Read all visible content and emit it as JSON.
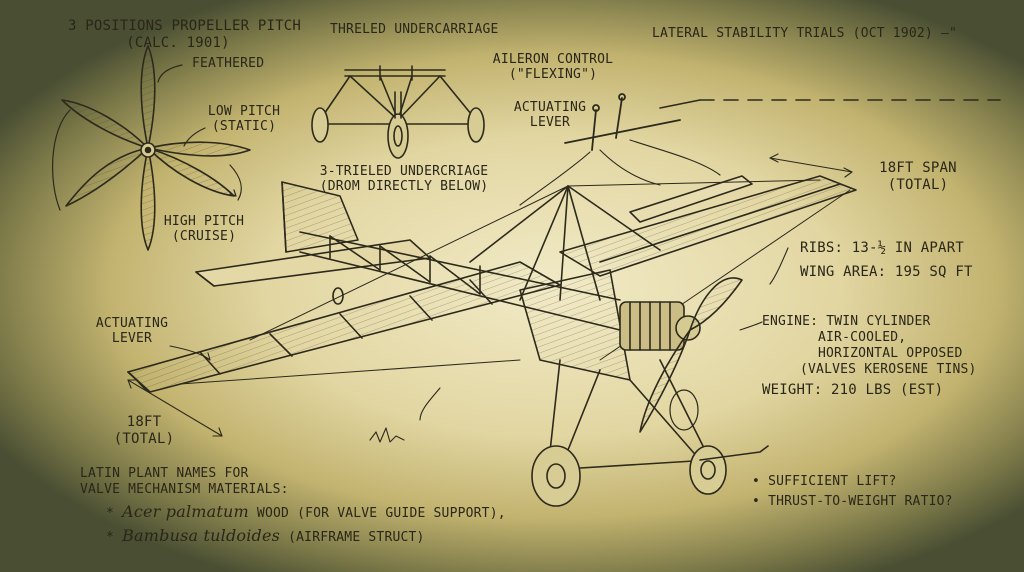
{
  "propeller": {
    "title_line1": "3 POSITIONS PROPELLER PITCH",
    "title_line2": "(CALC. 1901)",
    "feathered": "FEATHERED",
    "low_line1": "LOW PITCH",
    "low_line2": "(STATIC)",
    "high_line1": "HIGH PITCH",
    "high_line2": "(CRUISE)"
  },
  "undercarriage": {
    "title": "THRELED UNDERCARRIAGE",
    "caption_line1": "3-TRIELED UNDERCRIAGE",
    "caption_line2": "(DROM DIRECTLY BELOW)"
  },
  "header": {
    "trials": "LATERAL STABILITY TRIALS (OCT 1902) —\""
  },
  "aileron": {
    "line1": "AILERON CONTROL",
    "line2": "(\"FLEXING\")",
    "lever_line1": "ACTUATING",
    "lever_line2": "LEVER"
  },
  "span": {
    "right_line1": "18FT SPAN",
    "right_line2": "(TOTAL)",
    "left_line1": "18FT",
    "left_line2": "(TOTAL)"
  },
  "specs": {
    "ribs": "RIBS: 13-½ IN APART",
    "wing_area": "WING AREA: 195 SQ FT",
    "engine_line1": "ENGINE: TWIN CYLINDER",
    "engine_line2": "AIR-COOLED,",
    "engine_line3": "HORIZONTAL OPPOSED",
    "engine_line4": "(VALVES KEROSENE TINS)",
    "weight": "WEIGHT: 210 LBS (EST)"
  },
  "left_lever": {
    "line1": "ACTUATING",
    "line2": "LEVER"
  },
  "plants": {
    "title_line1": "LATIN PLANT NAMES FOR",
    "title_line2": "VALVE MECHANISM MATERIALS:",
    "item1_name": "Acer palmatum",
    "item1_rest": " WOOD (FOR VALVE GUIDE SUPPORT),",
    "item2_name": "Bambusa tuldoides",
    "item2_rest": " (AIRFRAME STRUCT)",
    "bullet": "*"
  },
  "questions": {
    "q1": "SUFFICIENT LIFT?",
    "q2": "THRUST-TO-WEIGHT RATIO?",
    "bullet": "•"
  },
  "colors": {
    "ink": "#2d2a1c",
    "paper": "#ece3bb",
    "vignette": "#4a4f33"
  }
}
